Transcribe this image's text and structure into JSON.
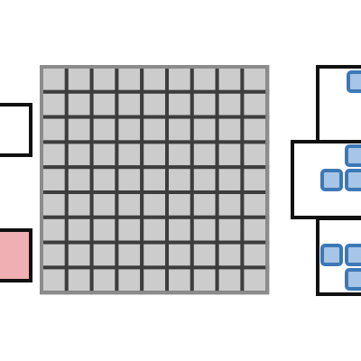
{
  "board": {
    "rows": 9,
    "cols": 9,
    "cell_fill": "#cccccc",
    "line_color": "#3d3d3d",
    "border_color": "#8c8c8c"
  },
  "left_panel": {
    "slots": [
      {
        "name": "hold-slot-top",
        "fill": "#ffffff",
        "stroke": "#111111"
      },
      {
        "name": "hold-slot-bottom",
        "fill": "#eeb0b3",
        "stroke": "#111111"
      }
    ]
  },
  "right_panel": {
    "piece_fill": "#a7c5e6",
    "piece_stroke": "#3d78b6",
    "slot_stroke": "#111111",
    "pieces": [
      {
        "name": "next-piece-1",
        "cells": [
          [
            0,
            0
          ],
          [
            0,
            1
          ]
        ]
      },
      {
        "name": "next-piece-2",
        "cells": [
          [
            0,
            1
          ],
          [
            1,
            0
          ],
          [
            1,
            1
          ],
          [
            1,
            2
          ]
        ]
      },
      {
        "name": "next-piece-3",
        "cells": [
          [
            0,
            0
          ],
          [
            0,
            1
          ],
          [
            1,
            1
          ]
        ]
      }
    ]
  }
}
